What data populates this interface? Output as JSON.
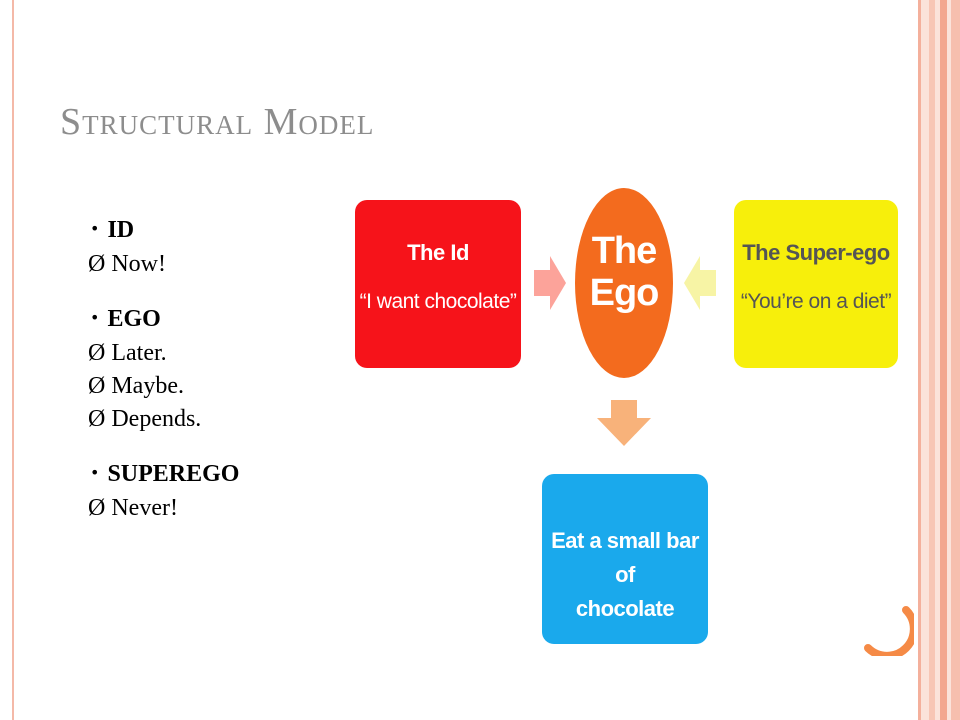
{
  "slide": {
    "title": "Structural Model",
    "bullets": [
      {
        "heading": "ID",
        "items": [
          "Ø Now!"
        ]
      },
      {
        "heading": "EGO",
        "items": [
          "Ø Later.",
          "Ø Maybe.",
          "Ø Depends."
        ]
      },
      {
        "heading": "SUPEREGO",
        "items": [
          "Ø Never!"
        ]
      }
    ],
    "bullet_symbol": "•"
  },
  "diagram": {
    "id_box": {
      "title": "The Id",
      "quote": "“I want chocolate”",
      "color": "#f6131a"
    },
    "ego": {
      "line1": "The",
      "line2": "Ego",
      "color": "#f36b1e"
    },
    "superego_box": {
      "title": "The Super-ego",
      "quote": "“You’re on a diet”",
      "color": "#f7ef0b"
    },
    "outcome_box": {
      "line1": "Eat a small bar of",
      "line2": "chocolate",
      "color": "#1aa9ec"
    },
    "arrow_colors": {
      "from_id": "#fca39a",
      "from_superego": "#f7f4a5",
      "to_outcome": "#f8b27a"
    }
  },
  "theme": {
    "title_color": "#8d8d8d",
    "accent_stripes": "#f3a78f",
    "corner_ornament": "#f58a46"
  }
}
